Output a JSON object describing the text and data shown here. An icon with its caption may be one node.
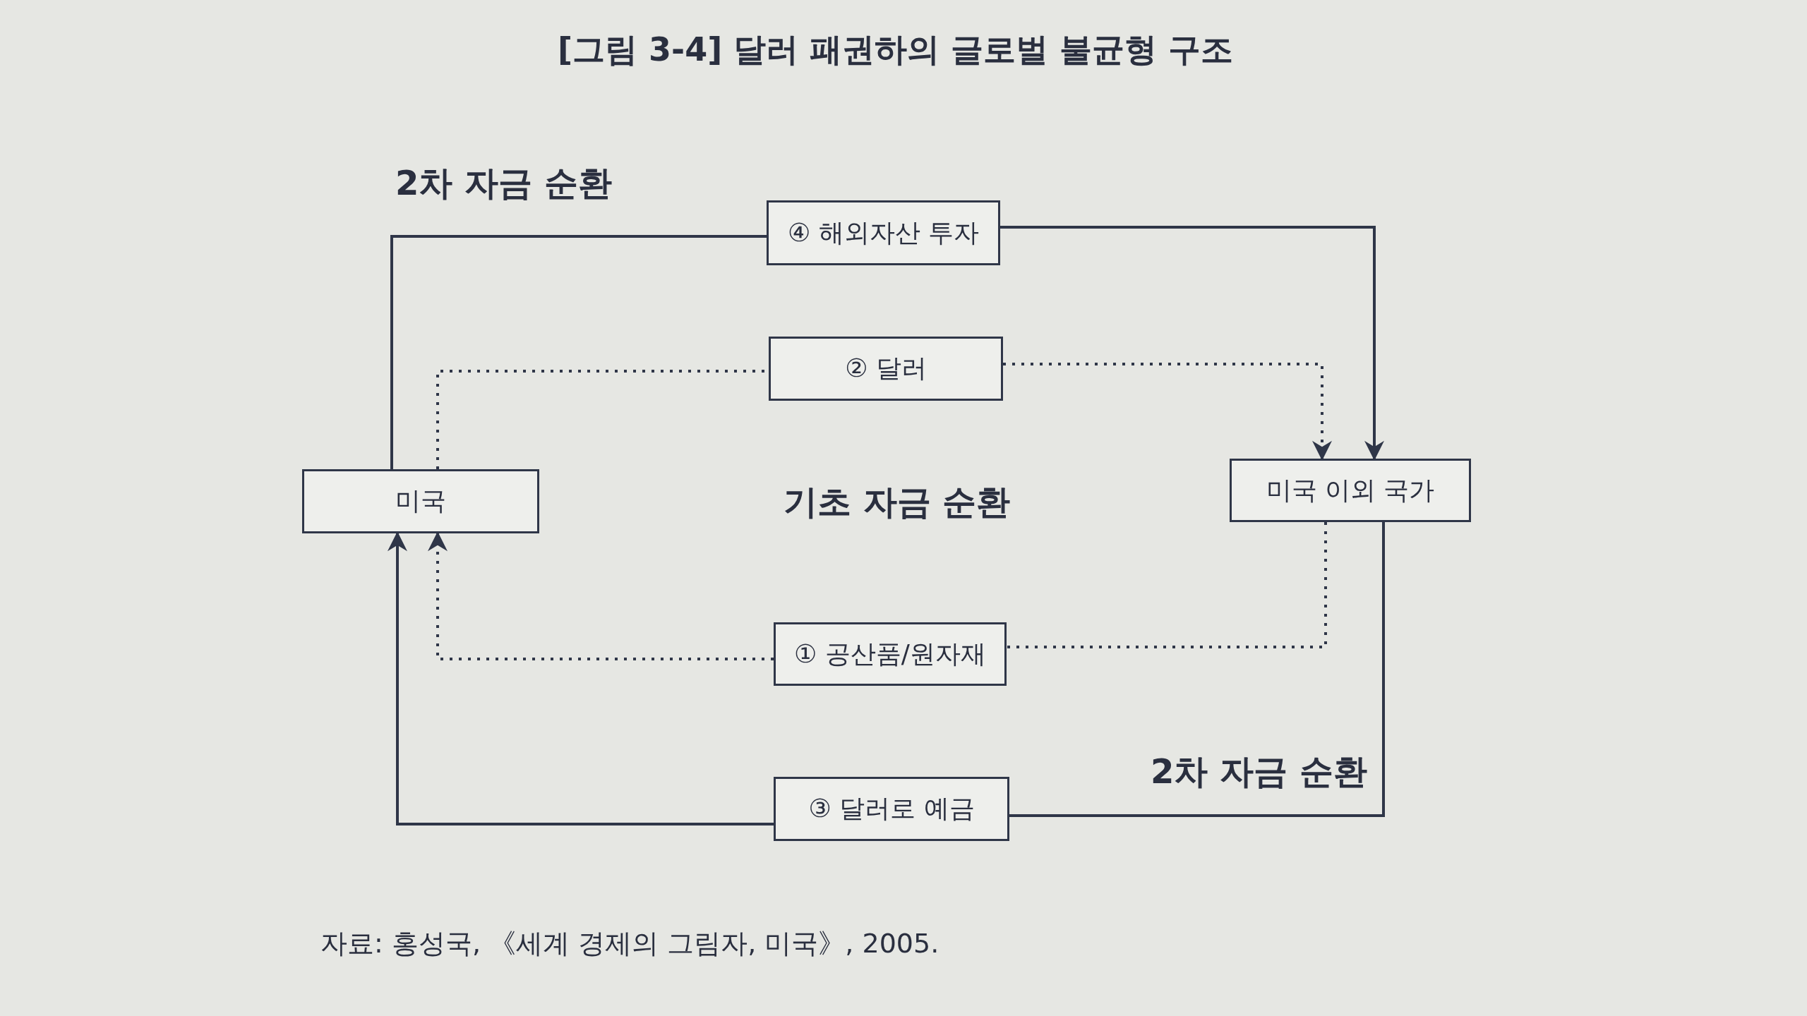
{
  "diagram": {
    "title": "[그림 3-4] 달러 패권하의 글로벌 불균형 구조",
    "caption": "자료: 홍성국, 《세계 경제의 그림자, 미국》, 2005.",
    "nodes": [
      {
        "text": [
          "미국"
        ]
      },
      {
        "text": [
          "미국 이외 국가"
        ]
      },
      {
        "text": [
          "④ 해외자산 투자"
        ]
      },
      {
        "text": [
          "② 달러"
        ]
      },
      {
        "text": [
          "① 공산품/원자재"
        ]
      },
      {
        "text": [
          "③ 달러로 예금"
        ]
      }
    ],
    "edges": [
      {
        "from": 0,
        "to": 2,
        "arrow": "none"
      },
      {
        "from": 2,
        "to": 1,
        "arrow": "to"
      },
      {
        "from": 0,
        "to": 3,
        "arrow": "none",
        "style": "dashed"
      },
      {
        "from": 3,
        "to": 1,
        "arrow": "to",
        "style": "dashed"
      },
      {
        "from": 1,
        "to": 4,
        "arrow": "none",
        "style": "dashed"
      },
      {
        "from": 4,
        "to": 0,
        "arrow": "to",
        "style": "dashed"
      },
      {
        "from": 1,
        "to": 5,
        "arrow": "none"
      },
      {
        "from": 5,
        "to": 0,
        "arrow": "to"
      }
    ],
    "labels": [
      "2차 자금 순환",
      "기초 자금 순환",
      "2차 자금 순환"
    ]
  }
}
